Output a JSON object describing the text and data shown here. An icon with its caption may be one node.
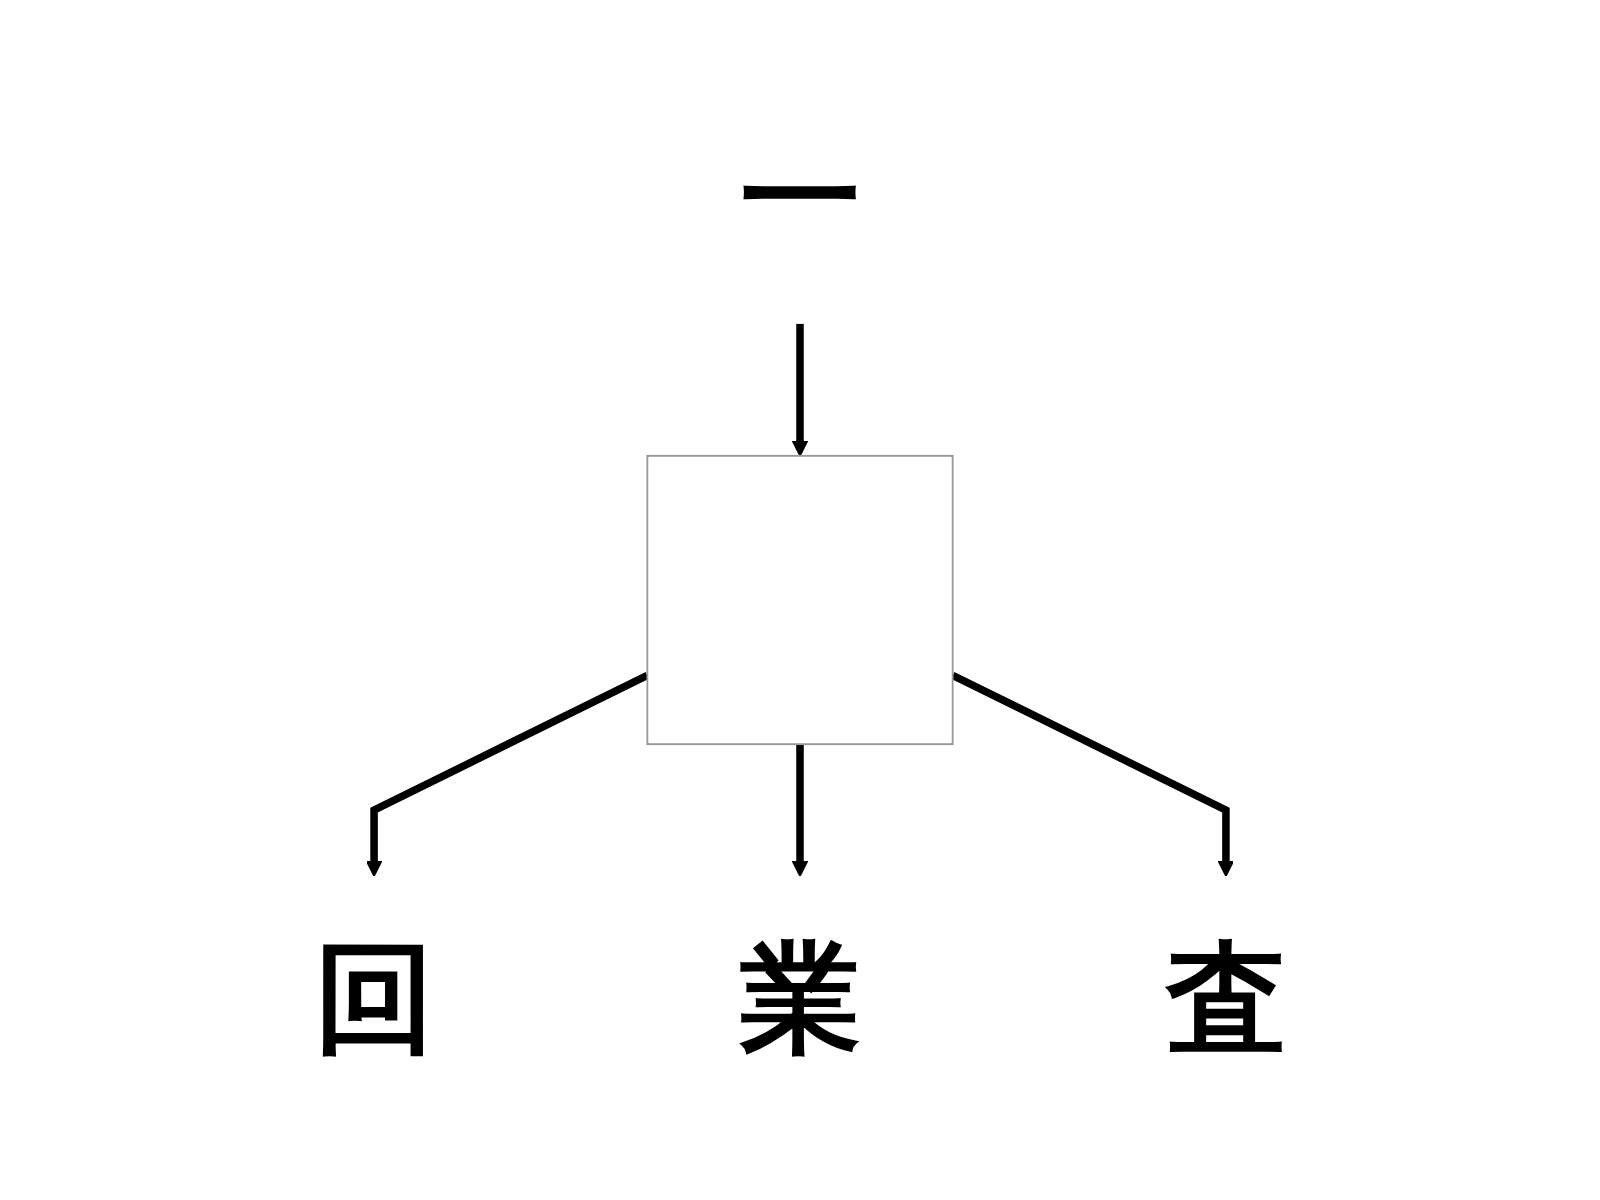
{
  "diagram": {
    "nodes": [
      {
        "text": [
          "一"
        ]
      },
      {
        "text": [
          "回"
        ]
      },
      {
        "text": [],
        "shape": "box"
      },
      {
        "text": [
          "業"
        ]
      },
      {
        "text": [
          "査"
        ]
      }
    ],
    "edges": [
      {
        "from": 0,
        "to": 2,
        "arrow": "to"
      },
      {
        "from": 2,
        "to": 1,
        "arrow": "to"
      },
      {
        "from": 2,
        "to": 3,
        "arrow": "to"
      },
      {
        "from": 2,
        "to": 4,
        "arrow": "to"
      }
    ]
  }
}
